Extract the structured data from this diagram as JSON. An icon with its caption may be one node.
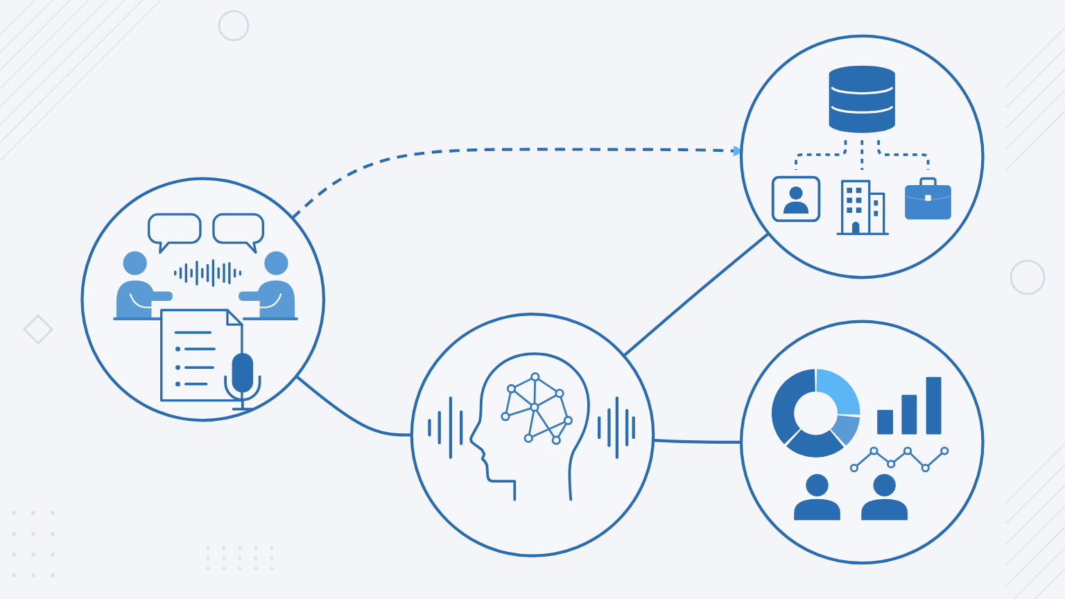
{
  "diagram": {
    "nodes": [
      {
        "text": [],
        "shape": "circle"
      },
      {
        "text": [],
        "shape": "circle"
      },
      {
        "text": [],
        "shape": "circle"
      },
      {
        "text": [],
        "shape": "circle"
      }
    ],
    "edges": [
      {
        "from": 0,
        "to": 1,
        "arrow": "none"
      },
      {
        "from": 1,
        "to": 2,
        "arrow": "none"
      },
      {
        "from": 1,
        "to": 3,
        "arrow": "none"
      },
      {
        "from": 0,
        "to": 2,
        "arrow": "to",
        "style": "dashed"
      }
    ]
  }
}
